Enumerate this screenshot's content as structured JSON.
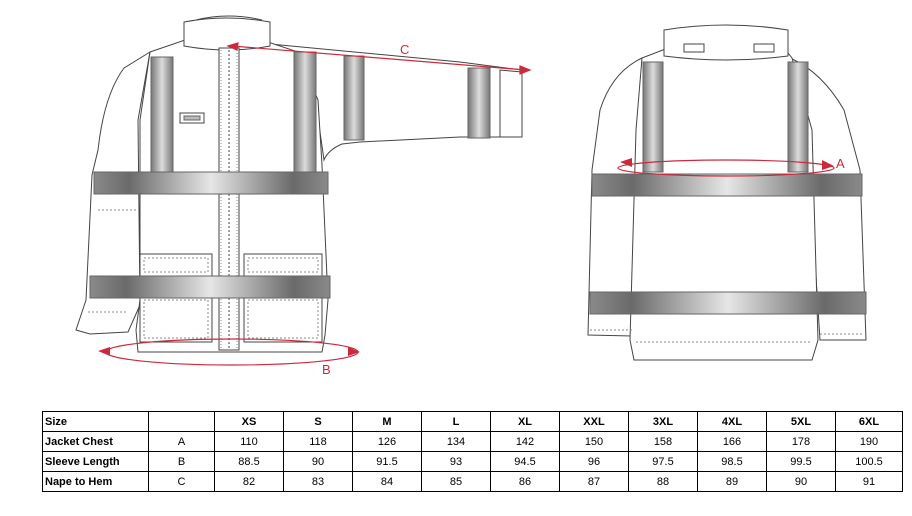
{
  "diagram": {
    "markers": {
      "a": "A",
      "b": "B",
      "c": "C"
    },
    "accent_color": "#cc2a3c"
  },
  "table": {
    "header": {
      "label": "Size",
      "sizes": [
        "XS",
        "S",
        "M",
        "L",
        "XL",
        "XXL",
        "3XL",
        "4XL",
        "5XL",
        "6XL"
      ]
    },
    "rows": [
      {
        "label": "Jacket Chest",
        "letter": "A",
        "values": [
          "110",
          "118",
          "126",
          "134",
          "142",
          "150",
          "158",
          "166",
          "178",
          "190"
        ]
      },
      {
        "label": "Sleeve Length",
        "letter": "B",
        "values": [
          "88.5",
          "90",
          "91.5",
          "93",
          "94.5",
          "96",
          "97.5",
          "98.5",
          "99.5",
          "100.5"
        ]
      },
      {
        "label": "Nape to Hem",
        "letter": "C",
        "values": [
          "82",
          "83",
          "84",
          "85",
          "86",
          "87",
          "88",
          "89",
          "90",
          "91"
        ]
      }
    ]
  }
}
